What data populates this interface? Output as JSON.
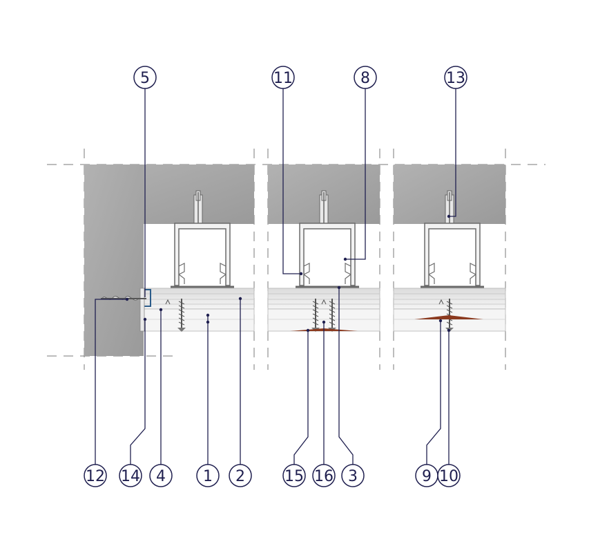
{
  "colors": {
    "concrete": "#a9a9a9",
    "concrete_dark": "#9b9b9b",
    "board_light": "#e6e6e6",
    "board_mid": "#d4d4d4",
    "leader": "#1f1f4f",
    "profile": "#6a6a6a",
    "sealant": "#8b3a1f",
    "dash": "#7a7a7a"
  },
  "callouts": [
    {
      "id": "c5",
      "label": "5"
    },
    {
      "id": "c11",
      "label": "11"
    },
    {
      "id": "c8",
      "label": "8"
    },
    {
      "id": "c13",
      "label": "13"
    },
    {
      "id": "c12",
      "label": "12"
    },
    {
      "id": "c14",
      "label": "14"
    },
    {
      "id": "c4",
      "label": "4"
    },
    {
      "id": "c1",
      "label": "1"
    },
    {
      "id": "c2",
      "label": "2"
    },
    {
      "id": "c15",
      "label": "15"
    },
    {
      "id": "c16",
      "label": "16"
    },
    {
      "id": "c3",
      "label": "3"
    },
    {
      "id": "c9",
      "label": "9"
    },
    {
      "id": "c10",
      "label": "10"
    }
  ]
}
